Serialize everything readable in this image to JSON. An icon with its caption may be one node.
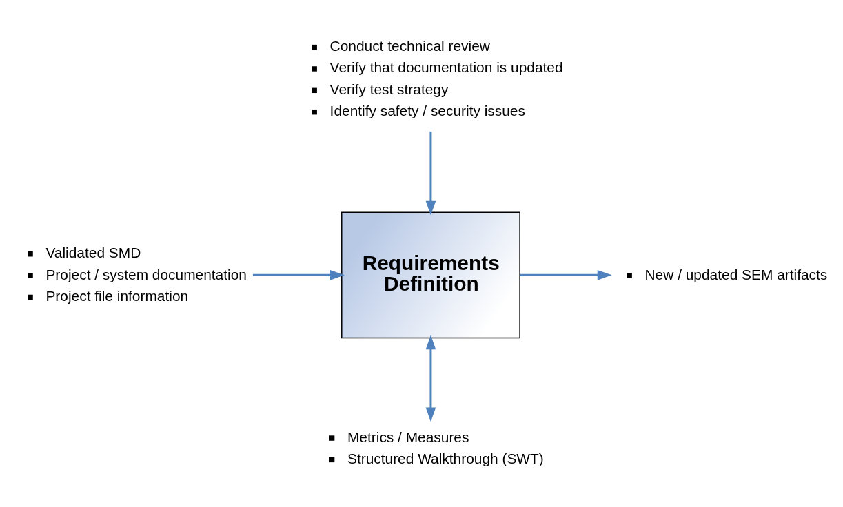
{
  "diagram": {
    "nodes": [
      {
        "text": [
          "Conduct technical review",
          "Verify that documentation is updated",
          "Verify test strategy",
          "Identify safety / security issues"
        ]
      },
      {
        "text": [
          "Validated SMD",
          "Project / system documentation",
          "Project file information"
        ]
      },
      {
        "text": [
          "Requirements Definition"
        ]
      },
      {
        "text": [
          "New / updated SEM artifacts"
        ]
      },
      {
        "text": [
          "Metrics / Measures",
          "Structured Walkthrough (SWT)"
        ]
      }
    ],
    "edges": [
      {
        "from": 0,
        "to": 2,
        "arrow": "to"
      },
      {
        "from": 1,
        "to": 2,
        "arrow": "to"
      },
      {
        "from": 2,
        "to": 3,
        "arrow": "to"
      },
      {
        "from": 2,
        "to": 4,
        "arrow": "both"
      }
    ]
  }
}
